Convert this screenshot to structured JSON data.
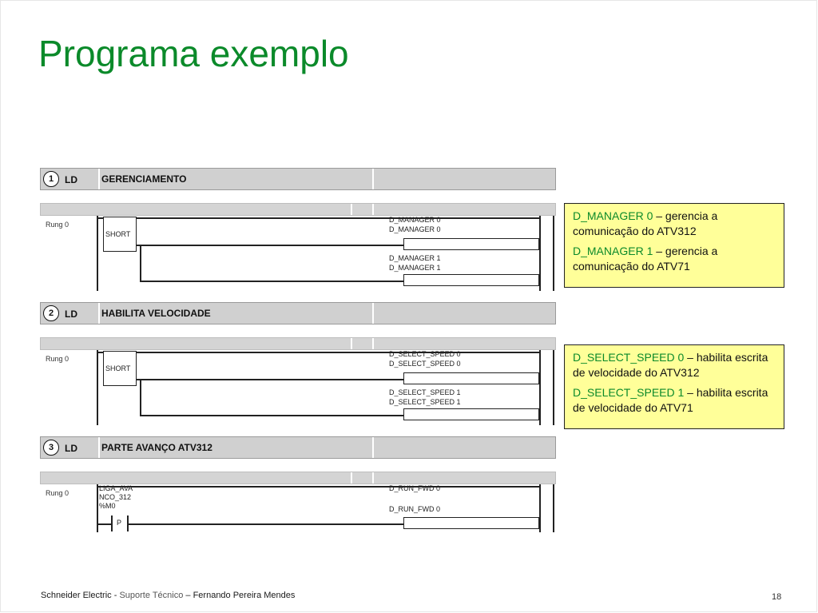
{
  "slide": {
    "title": "Programa exemplo",
    "page_number": "18",
    "footer": {
      "company": "Schneider Electric",
      "sep1": " - ",
      "dept": "Suporte Técnico",
      "sep2": " – ",
      "author": "Fernando Pereira Mendes"
    }
  },
  "ladder": {
    "sections": [
      {
        "num": "1",
        "lang": "LD",
        "name": "GERENCIAMENTO",
        "rung": "Rung 0",
        "contact": "SHORT",
        "coils": [
          {
            "label1": "D_MANAGER 0",
            "label2": "D_MANAGER 0"
          },
          {
            "label1": "D_MANAGER 1",
            "label2": "D_MANAGER 1"
          }
        ]
      },
      {
        "num": "2",
        "lang": "LD",
        "name": "HABILITA VELOCIDADE",
        "rung": "Rung 0",
        "contact": "SHORT",
        "coils": [
          {
            "label1": "D_SELECT_SPEED 0",
            "label2": "D_SELECT_SPEED 0"
          },
          {
            "label1": "D_SELECT_SPEED 1",
            "label2": "D_SELECT_SPEED 1"
          }
        ]
      },
      {
        "num": "3",
        "lang": "LD",
        "name": "PARTE AVANÇO ATV312",
        "rung": "Rung 0",
        "contact_var": [
          "LIGA_AVA",
          "NCO_312",
          "%M0"
        ],
        "contact_symbol": "P",
        "coils": [
          {
            "label1": "D_RUN_FWD 0",
            "label2": "D_RUN_FWD 0"
          }
        ]
      }
    ]
  },
  "notes": [
    {
      "items": [
        {
          "code": "D_MANAGER 0",
          "text": " – gerencia a comunicação do ATV312"
        },
        {
          "code": "D_MANAGER 1",
          "text": " – gerencia a comunicação do ATV71"
        }
      ]
    },
    {
      "items": [
        {
          "code": "D_SELECT_SPEED 0",
          "text": " – habilita escrita de velocidade do ATV312"
        },
        {
          "code": "D_SELECT_SPEED 1",
          "text": " – habilita escrita de velocidade do ATV71"
        }
      ]
    }
  ],
  "colors": {
    "title": "#0b8a2a",
    "note_bg": "#ffff99",
    "header_bg": "#d0d0d0"
  }
}
